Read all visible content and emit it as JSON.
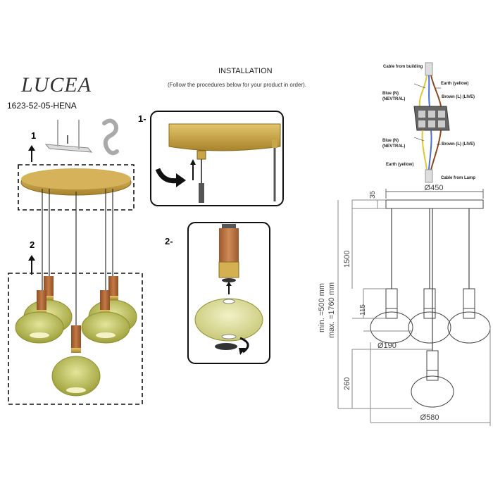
{
  "brand": "LUCEA",
  "model_code": "1623-52-05-HENA",
  "installation": {
    "title": "INSTALLATION",
    "subtitle": "(Follow the procedures below for your product in order)."
  },
  "steps": {
    "left_1": "1",
    "left_2": "2",
    "panel_1": "1-",
    "panel_2": "2-"
  },
  "wiring": {
    "cable_building": "Cable from building",
    "earth_top": "Earth (yellow)",
    "blue_top": "Blue (N)\n(NEVTRAL)",
    "brown_top": "Brown (L) (LIVE)",
    "blue_bottom": "Blue (N)\n(NEVTRAL)",
    "brown_bottom": "Brown (L) (LIVE)",
    "earth_bottom": "Earth (yellow)",
    "cable_lamp": "Cable from Lamp"
  },
  "dimensions": {
    "canopy_diameter": "Ø450",
    "canopy_height": "35",
    "cable_length": "1500",
    "length_range_min": "min. =500 mm",
    "length_range_max": "max. =1760 mm",
    "shade_height": "115",
    "shade_diameter": "Ø190",
    "lowest_drop": "260",
    "overall_diameter": "Ø580"
  },
  "colors": {
    "gold": "#c8a24a",
    "copper": "#b8703a",
    "glass": "#c9cc74",
    "line": "#333333"
  }
}
